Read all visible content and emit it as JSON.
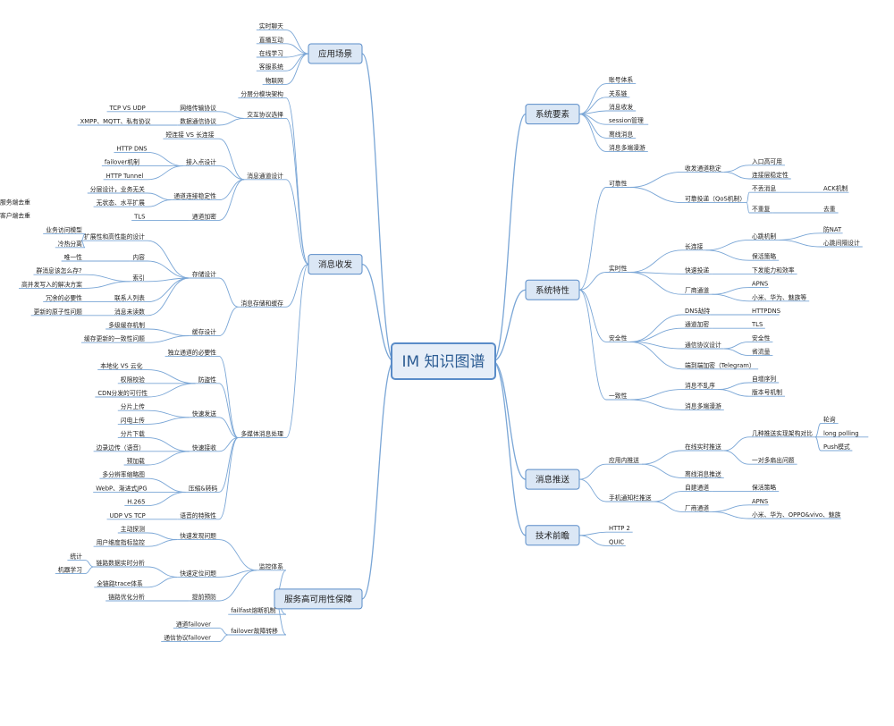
{
  "colors": {
    "line": "#7aa6d6",
    "box_fill": "#dbe7f5",
    "box_stroke": "#5a8cc8",
    "center_fill": "#e6eef8",
    "center_text": "#2d5d94",
    "text": "#222222"
  },
  "mindmap": {
    "root": "IM 知识图谱",
    "right": [
      {
        "label": "系统要素",
        "children": [
          "账号体系",
          "关系链",
          "消息收发",
          "session管理",
          "离线消息",
          "消息多端漫游"
        ]
      },
      {
        "label": "系统特性",
        "children": [
          {
            "label": "可靠性",
            "children": [
              {
                "label": "收发通道稳定",
                "children": [
                  "入口高可用",
                  "连接层稳定性"
                ]
              },
              {
                "label": "可靠投递（QoS机制）",
                "children": [
                  {
                    "label": "不丢消息",
                    "children": [
                      "ACK机制"
                    ]
                  },
                  {
                    "label": "不重复",
                    "children": [
                      {
                        "label": "去重",
                        "children": [
                          "服务端去重",
                          "客户端去重"
                        ]
                      }
                    ]
                  }
                ]
              }
            ]
          },
          {
            "label": "实时性",
            "children": [
              {
                "label": "长连接",
                "children": [
                  {
                    "label": "心跳机制",
                    "children": [
                      "防NAT",
                      "心跳间隔设计"
                    ]
                  },
                  "保活策略"
                ]
              },
              {
                "label": "快速投递",
                "children": [
                  "下发能力和效率"
                ]
              },
              {
                "label": "厂商通道",
                "children": [
                  "APNS",
                  "小米、华为、魅族等"
                ]
              }
            ]
          },
          {
            "label": "安全性",
            "children": [
              {
                "label": "DNS劫持",
                "children": [
                  "HTTPDNS"
                ]
              },
              {
                "label": "通道加密",
                "children": [
                  "TLS"
                ]
              },
              {
                "label": "通信协议设计",
                "children": [
                  "安全性",
                  "省流量"
                ]
              },
              "端到端加密（Telegram）"
            ]
          },
          {
            "label": "一致性",
            "children": [
              {
                "label": "消息不乱序",
                "children": [
                  "自增序列",
                  "版本号机制"
                ]
              },
              "消息多端漫游"
            ]
          }
        ]
      },
      {
        "label": "消息推送",
        "children": [
          {
            "label": "应用内推送",
            "children": [
              {
                "label": "在线实时推送",
                "children": [
                  {
                    "label": "几种推送实现架构对比",
                    "children": [
                      "轮询",
                      "long polling",
                      "Push模式"
                    ]
                  },
                  "一对多扇出问题"
                ]
              },
              "离线消息推送"
            ]
          },
          {
            "label": "手机通知栏推送",
            "children": [
              {
                "label": "自建通道",
                "children": [
                  "保活策略"
                ]
              },
              {
                "label": "厂商通道",
                "children": [
                  "APNS",
                  "小米、华为、OPPO&vivo、魅族"
                ]
              }
            ]
          }
        ]
      },
      {
        "label": "技术前瞻",
        "children": [
          "HTTP 2",
          "QUIC"
        ]
      }
    ],
    "left": [
      {
        "label": "应用场景",
        "children": [
          "实时聊天",
          "直播互动",
          "在线学习",
          "客服系统",
          "物联网"
        ]
      },
      {
        "label": "消息收发",
        "children": [
          "分层分模块架构",
          {
            "label": "交互协议选择",
            "children": [
              {
                "label": "网络传输协议",
                "children": [
                  "TCP VS UDP"
                ]
              },
              {
                "label": "数据通信协议",
                "children": [
                  "XMPP、MQTT、私有协议"
                ]
              }
            ]
          },
          {
            "label": "消息通道设计",
            "children": [
              "短连接 VS 长连接",
              {
                "label": "接入点设计",
                "children": [
                  "HTTP DNS",
                  "failover机制",
                  "HTTP Tunnel"
                ]
              },
              {
                "label": "通道连接稳定性",
                "children": [
                  "分层设计，业务无关",
                  "无状态、水平扩展"
                ]
              },
              {
                "label": "通道加密",
                "children": [
                  "TLS"
                ]
              }
            ]
          },
          {
            "label": "消息存储和缓存",
            "children": [
              {
                "label": "存储设计",
                "children": [
                  {
                    "label": "扩展性和高性能的设计",
                    "children": [
                      "业务访问模型",
                      "冷热分离"
                    ]
                  },
                  {
                    "label": "内容",
                    "children": [
                      "唯一性"
                    ]
                  },
                  {
                    "label": "索引",
                    "children": [
                      "群消息该怎么存?",
                      "高并发写入的解决方案"
                    ]
                  },
                  {
                    "label": "联系人列表",
                    "children": [
                      "冗余的必要性"
                    ]
                  },
                  {
                    "label": "消息未读数",
                    "children": [
                      "更新的原子性问题"
                    ]
                  }
                ]
              },
              {
                "label": "缓存设计",
                "children": [
                  "多级缓存机制",
                  "缓存更新的一致性问题"
                ]
              }
            ]
          },
          {
            "label": "多媒体消息处理",
            "children": [
              "独立通道的必要性",
              {
                "label": "防盗性",
                "children": [
                  "本地化 VS 云化",
                  "权限校验",
                  "CDN分发的可行性"
                ]
              },
              {
                "label": "快速发送",
                "children": [
                  "分片上传",
                  "闪电上传"
                ]
              },
              {
                "label": "快速接收",
                "children": [
                  "分片下载",
                  "边录边传（语音）",
                  "预加载"
                ]
              },
              {
                "label": "压缩&转码",
                "children": [
                  "多分辨率缩略图",
                  "WebP、渐进式JPG",
                  "H.265"
                ]
              },
              {
                "label": "语音的特殊性",
                "children": [
                  "UDP VS TCP"
                ]
              }
            ]
          }
        ]
      },
      {
        "label": "服务高可用性保障",
        "children": [
          {
            "label": "监控体系",
            "children": [
              {
                "label": "快速发现问题",
                "children": [
                  "主动探测",
                  "用户维度指标监控"
                ]
              },
              {
                "label": "快速定位问题",
                "children": [
                  {
                    "label": "链路数据实时分析",
                    "children": [
                      "统计",
                      "机器学习"
                    ]
                  },
                  "全链路trace体系"
                ]
              },
              {
                "label": "提前预防",
                "children": [
                  "链路优化分析"
                ]
              }
            ]
          },
          "failfast熔断机制",
          {
            "label": "failover故障转移",
            "children": [
              "通道failover",
              "通信协议failover"
            ]
          }
        ]
      }
    ]
  }
}
